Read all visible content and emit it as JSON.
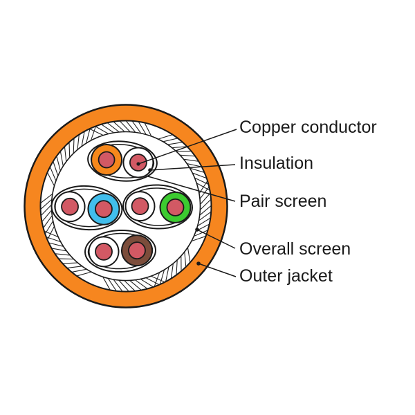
{
  "figure": {
    "description": "Shielded twisted-pair cable cross-section diagram",
    "background": "#ffffff",
    "outline_color": "#1a1a1a",
    "palette": {
      "jacket": "#F6861F",
      "copper": "#D25964",
      "white": "#ffffff",
      "orange": "#F6881C",
      "blue": "#41BEEC",
      "green": "#3CCB30",
      "brown": "#7C4D3B"
    },
    "labels": [
      {
        "id": "copper-conductor",
        "text": "Copper conductor"
      },
      {
        "id": "insulation",
        "text": "Insulation"
      },
      {
        "id": "pair-screen",
        "text": "Pair screen"
      },
      {
        "id": "overall-screen",
        "text": "Overall screen"
      },
      {
        "id": "outer-jacket",
        "text": "Outer jacket"
      }
    ],
    "pairs": [
      {
        "position": "top",
        "wires": [
          "orange",
          "white"
        ]
      },
      {
        "position": "middle-left",
        "wires": [
          "white",
          "blue"
        ]
      },
      {
        "position": "middle-right",
        "wires": [
          "white",
          "green"
        ]
      },
      {
        "position": "bottom",
        "wires": [
          "white",
          "brown"
        ]
      }
    ]
  }
}
